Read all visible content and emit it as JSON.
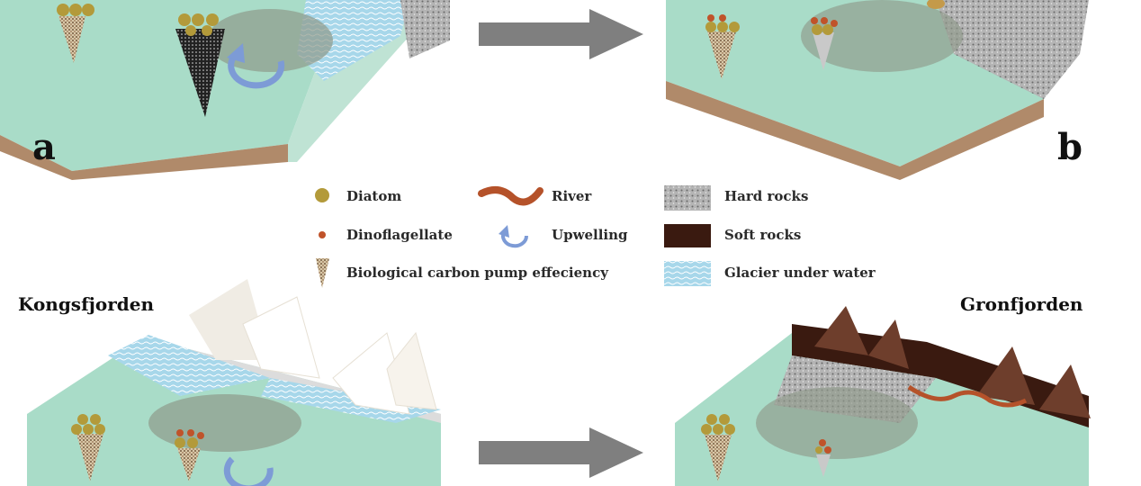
{
  "panels": {
    "a_label": "a",
    "b_label": "b",
    "left_fjord": "Kongsfjorden",
    "right_fjord": "Gronfjorden"
  },
  "legend": {
    "diatom": "Diatom",
    "dinoflagellate": "Dinoflagellate",
    "pump": "Biological carbon pump effeciency",
    "river": "River",
    "upwelling": "Upwelling",
    "hard_rocks": "Hard rocks",
    "soft_rocks": "Soft rocks",
    "glacier": "Glacier under water"
  },
  "colors": {
    "water": "#a9dcc8",
    "diatom": "#b39a3a",
    "dinoflagellate": "#c0532a",
    "river": "#b5522a",
    "upwelling": "#7d9bd6",
    "soft_rock": "#3a1a10",
    "hard_rock": "#9a9a9a",
    "glacier": "#8ec9e0",
    "arrow": "#7f7f7f"
  }
}
